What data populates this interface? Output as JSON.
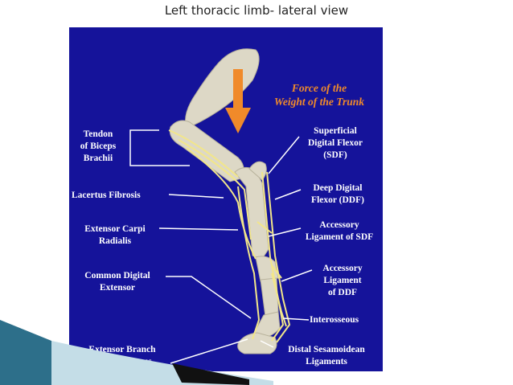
{
  "slide": {
    "title": "Left thoracic limb- lateral view"
  },
  "diagram": {
    "force_label": "Force of the\nWeight of the Trunk",
    "labels_left": [
      "Tendon\nof Biceps\nBrachii",
      "Lacertus Fibrosis",
      "Extensor Carpi\nRadialis",
      "Common Digital\nExtensor",
      "Extensor Branch\nof Interosseous"
    ],
    "labels_right": [
      "Superficial\nDigital Flexor\n(SDF)",
      "Deep Digital\nFlexor (DDF)",
      "Accessory\nLigament of SDF",
      "Accessory\nLigament\nof DDF",
      "Interosseous",
      "Distal Sesamoidean\nLigaments"
    ],
    "colors": {
      "panel": "#15139a",
      "tendon": "#f2e68a",
      "arrow": "#f08a2a",
      "bone": "#ddd8c6"
    }
  }
}
